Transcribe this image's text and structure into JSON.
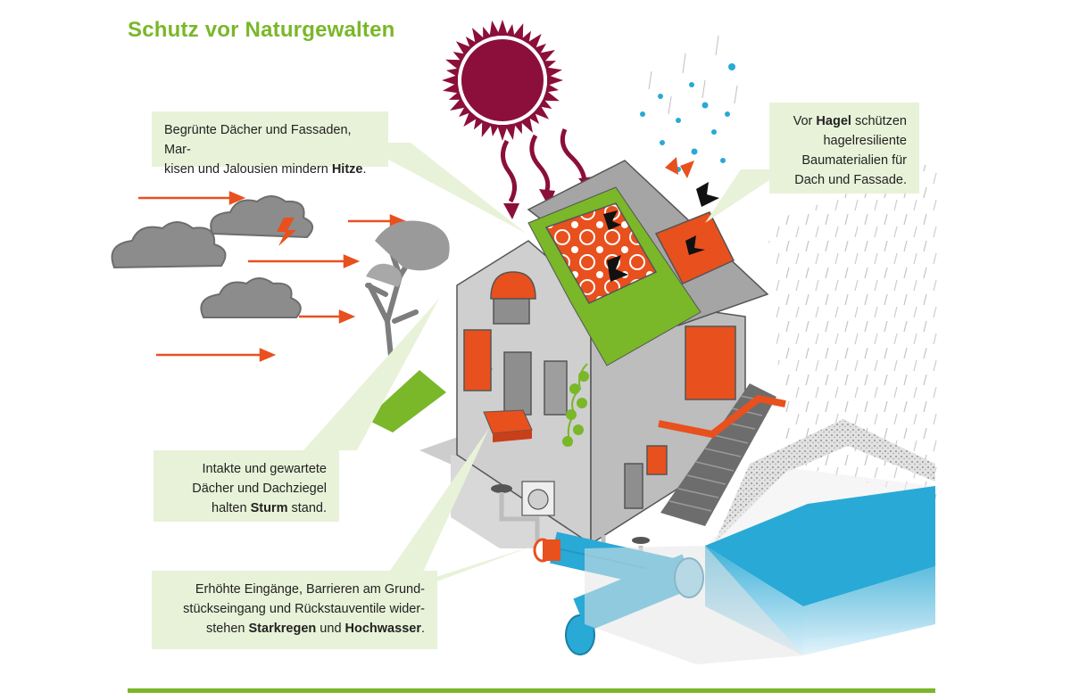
{
  "title": "Schutz vor Naturgewalten",
  "callouts": {
    "heat": {
      "line1": "Begrünte Dächer und Fassaden, Mar-",
      "line2a": "kisen und Jalousien mindern ",
      "line2b": "Hitze",
      "line2c": "."
    },
    "hail": {
      "line1a": "Vor ",
      "line1b": "Hagel",
      "line1c": " schützen",
      "line2": "hagelresiliente",
      "line3": "Baumaterialien für",
      "line4": "Dach und Fassade."
    },
    "storm": {
      "line1": "Intakte und gewartete",
      "line2": "Dächer und Dachziegel",
      "line3a": "halten ",
      "line3b": "Sturm",
      "line3c": " stand."
    },
    "flood": {
      "line1": "Erhöhte Eingänge, Barrieren am Grund-",
      "line2": "stückseingang und Rückstauventile wider-",
      "line3a": "stehen ",
      "line3b": "Starkregen",
      "line3c": " und ",
      "line3d": "Hochwasser",
      "line3e": "."
    }
  },
  "colors": {
    "accent_green": "#7ab729",
    "callout_bg": "#e8f2d8",
    "sun": "#8b0f3a",
    "orange": "#e8501e",
    "water": "#29a9d6",
    "house_wall": "#cfcfcf",
    "cloud": "#8c8c8c"
  }
}
